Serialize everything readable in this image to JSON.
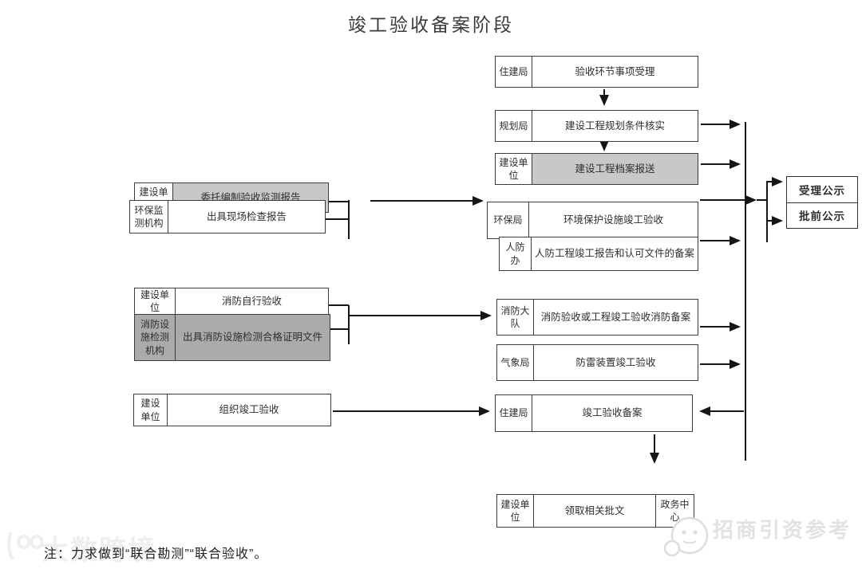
{
  "title": "竣工验收备案阶段",
  "note": "注：力求做到“联合勘测”“联合验收”。",
  "main_flow": [
    {
      "agency": "住建局",
      "task": "验收环节事项受理"
    },
    {
      "agency": "规划局",
      "task": "建设工程规划条件核实"
    },
    {
      "agency": "建设单位",
      "task": "建设工程档案报送"
    },
    {
      "agency": "环保局",
      "task": "环境保护设施竣工验收"
    },
    {
      "agency": "人防办",
      "task": "人防工程竣工报告和认可文件的备案"
    },
    {
      "agency": "消防大队",
      "task": "消防验收或工程竣工验收消防备案"
    },
    {
      "agency": "气象局",
      "task": "防雷装置竣工验收"
    },
    {
      "agency": "住建局",
      "task": "竣工验收备案"
    },
    {
      "agency": "建设单位",
      "task": "领取相关批文",
      "agency_right": "政务中心"
    }
  ],
  "side_flow": [
    {
      "agency": "建设单位",
      "task": "委托编制验收监测报告"
    },
    {
      "agency": "环保监测机构",
      "task": "出具现场检查报告"
    },
    {
      "agency": "建设单位",
      "task": "消防自行验收"
    },
    {
      "agency": "消防设施检测机构",
      "task": "出具消防设施检测合格证明文件"
    },
    {
      "agency": "建设单位",
      "task": "组织竣工验收"
    }
  ],
  "publicity": [
    {
      "label": "受理公示"
    },
    {
      "label": "批前公示"
    }
  ],
  "watermarks": {
    "left_text": "大数跨境",
    "right_text": "招商引资参考"
  },
  "icons": {
    "left": "bigdata-logo",
    "right": "wechat-smiley"
  },
  "colors": {
    "box_shaded": "#c8c8c8",
    "box_shaded_dark": "#ababab",
    "line": "#161616",
    "watermark": "#e9e9e9"
  }
}
